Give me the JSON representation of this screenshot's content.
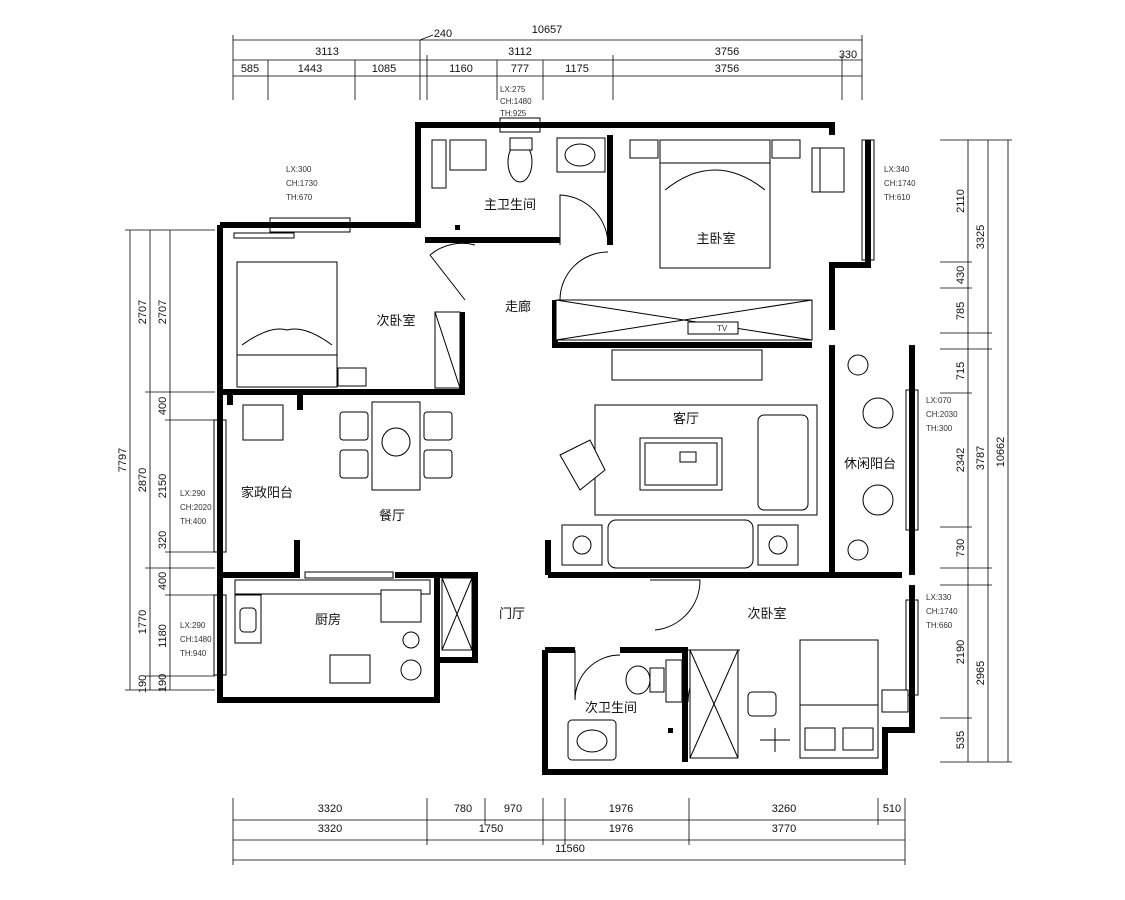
{
  "top_dimensions": {
    "overall": "10657",
    "offset": "240",
    "right_offset": "330",
    "row1": [
      "3113",
      "3112",
      "3756"
    ],
    "row2": [
      "585",
      "1443",
      "1085",
      "1160",
      "777",
      "1175",
      "3756"
    ]
  },
  "bottom_dimensions": {
    "overall": "11560",
    "row1": [
      "3320",
      "780",
      "970",
      "1976",
      "3260",
      "510"
    ],
    "row2": [
      "3320",
      "1750",
      "1976",
      "3770"
    ]
  },
  "left_dimensions": {
    "overall": "7797",
    "col1": [
      "2707",
      "2870",
      "1770",
      "190"
    ],
    "col2": [
      "2707",
      "400",
      "2150",
      "320",
      "400",
      "1180",
      "190"
    ]
  },
  "right_dimensions": {
    "overall": "10662",
    "col1": [
      "3325",
      "3787",
      "2965"
    ],
    "col2": [
      "2110",
      "430",
      "785",
      "715",
      "2342",
      "730",
      "2190",
      "535"
    ]
  },
  "rooms": {
    "master_bath": "主卫生间",
    "master_bedroom": "主卧室",
    "second_bedroom_top": "次卧室",
    "corridor": "走廊",
    "living_room": "客厅",
    "leisure_balcony": "休闲阳台",
    "utility_balcony": "家政阳台",
    "dining_room": "餐厅",
    "kitchen": "厨房",
    "entrance": "门厅",
    "second_bedroom_bottom": "次卧室",
    "second_bath": "次卫生间"
  },
  "window_notes": {
    "master_bath": [
      "LX:275",
      "CH:1480",
      "TH:925"
    ],
    "second_bedroom": [
      "LX:300",
      "CH:1730",
      "TH:670"
    ],
    "master_bedroom": [
      "LX:340",
      "CH:1740",
      "TH:610"
    ],
    "leisure_balcony": [
      "LX:070",
      "CH:2030",
      "TH:300"
    ],
    "utility_balcony": [
      "LX:290",
      "CH:2020",
      "TH:400"
    ],
    "kitchen": [
      "LX:290",
      "CH:1480",
      "TH:940"
    ],
    "second_bedroom_bottom": [
      "LX:330",
      "CH:1740",
      "TH:660"
    ]
  },
  "labels": {
    "tv": "TV"
  }
}
